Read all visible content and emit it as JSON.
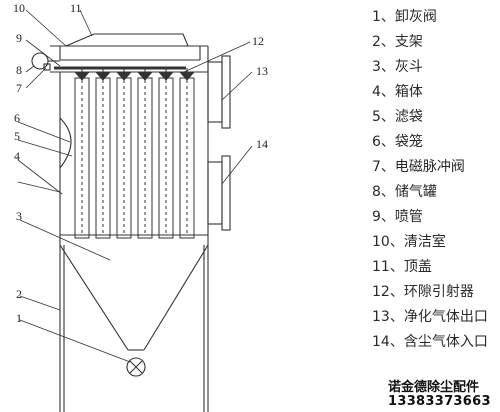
{
  "diagram": {
    "callouts": [
      "1",
      "2",
      "3",
      "4",
      "5",
      "6",
      "7",
      "8",
      "9",
      "10",
      "11",
      "12",
      "13",
      "14"
    ]
  },
  "legend": {
    "items": [
      "1、卸灰阀",
      "2、支架",
      "3、灰斗",
      "4、箱体",
      "5、滤袋",
      "6、袋笼",
      "7、电磁脉冲阀",
      "8、储气罐",
      "9、喷管",
      "10、清洁室",
      "11、顶盖",
      "12、环隙引射器",
      "13、净化气体出口",
      "14、含尘气体入口"
    ]
  },
  "footer": {
    "company": "诺金德除尘配件",
    "phone": "13383373663"
  },
  "colors": {
    "line": "#333333",
    "text": "#222222"
  }
}
